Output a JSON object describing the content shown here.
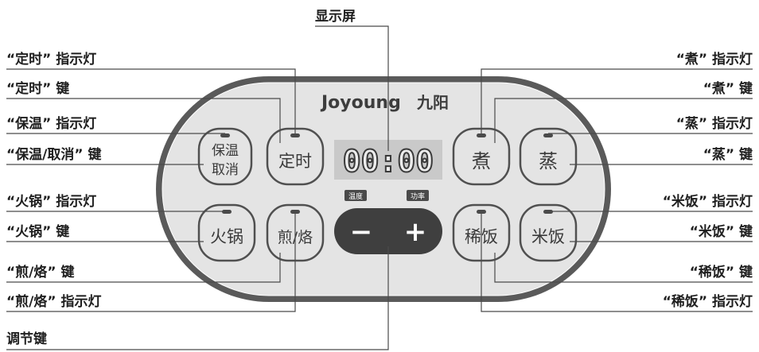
{
  "labels": {
    "display": "显示屏",
    "timer_indicator": "“定时” 指示灯",
    "timer_key": "“定时” 键",
    "keepwarm_indicator": "“保温” 指示灯",
    "keepwarm_cancel_key": "“保温/取消” 键",
    "hotpot_indicator": "“火锅” 指示灯",
    "hotpot_key": "“火锅” 键",
    "fry_key": "“煎/烙” 键",
    "fry_indicator": "“煎/烙” 指示灯",
    "adjust_key": "调节键",
    "boil_indicator": "“煮” 指示灯",
    "boil_key": "“煮” 键",
    "steam_indicator": "“蒸” 指示灯",
    "steam_key": "“蒸” 键",
    "rice_indicator": "“米饭” 指示灯",
    "rice_key": "“米饭” 键",
    "porridge_key": "“稀饭” 键",
    "porridge_indicator": "“稀饭” 指示灯"
  },
  "panel": {
    "brand": "Joyoung",
    "brand_cn": "九阳",
    "display_value": "00:00",
    "temp_tag": "温度",
    "power_tag": "功率",
    "minus": "−",
    "plus": "+",
    "buttons": {
      "keepwarm_line1": "保温",
      "keepwarm_line2": "取消",
      "timer": "定时",
      "boil": "煮",
      "steam": "蒸",
      "hotpot": "火锅",
      "fry": "煎/烙",
      "porridge": "稀饭",
      "rice": "米饭"
    }
  },
  "colors": {
    "panel_border": "#5a5a5a",
    "panel_fill": "#e4e4e4",
    "display_bg": "#c9c9c9",
    "adjust_bg": "#3f3f3f"
  }
}
